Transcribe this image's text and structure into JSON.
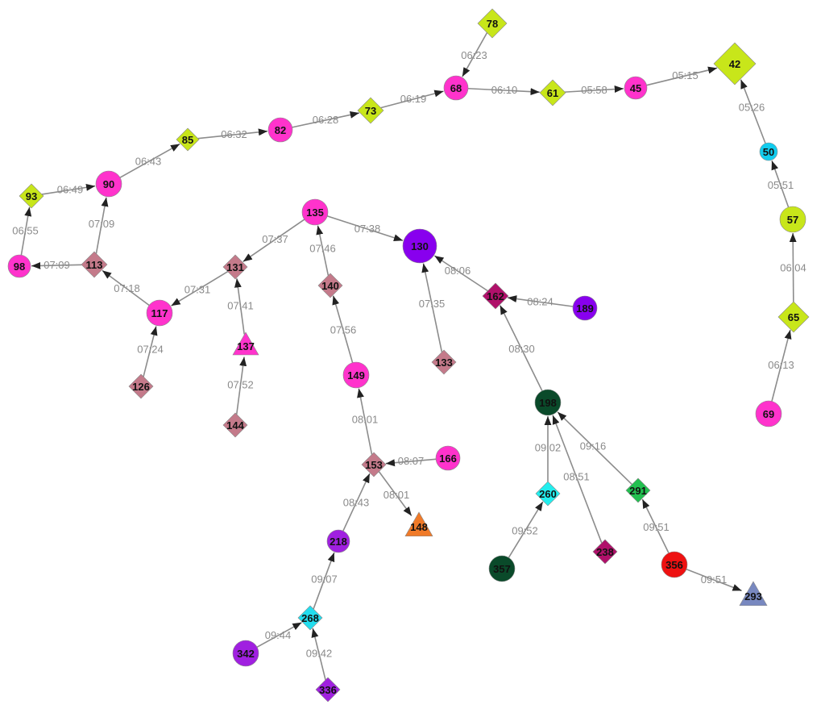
{
  "nodes": [
    {
      "id": "42",
      "label": "42",
      "shape": "diamond",
      "color": "#c8e61a"
    },
    {
      "id": "45",
      "label": "45",
      "shape": "circle",
      "color": "#ff33cc"
    },
    {
      "id": "61",
      "label": "61",
      "shape": "diamond",
      "color": "#c8e61a"
    },
    {
      "id": "68",
      "label": "68",
      "shape": "circle",
      "color": "#ff33cc"
    },
    {
      "id": "78",
      "label": "78",
      "shape": "diamond",
      "color": "#c8e61a"
    },
    {
      "id": "73",
      "label": "73",
      "shape": "diamond",
      "color": "#c8e61a"
    },
    {
      "id": "82",
      "label": "82",
      "shape": "circle",
      "color": "#ff33cc"
    },
    {
      "id": "85",
      "label": "85",
      "shape": "diamond",
      "color": "#c8e61a"
    },
    {
      "id": "90",
      "label": "90",
      "shape": "circle",
      "color": "#ff33cc"
    },
    {
      "id": "93",
      "label": "93",
      "shape": "diamond",
      "color": "#c8e61a"
    },
    {
      "id": "98",
      "label": "98",
      "shape": "circle",
      "color": "#ff33cc"
    },
    {
      "id": "113",
      "label": "113",
      "shape": "diamond",
      "color": "#c47a8a"
    },
    {
      "id": "117",
      "label": "117",
      "shape": "circle",
      "color": "#ff33cc"
    },
    {
      "id": "126",
      "label": "126",
      "shape": "diamond",
      "color": "#c47a8a"
    },
    {
      "id": "131",
      "label": "131",
      "shape": "diamond",
      "color": "#c47a8a"
    },
    {
      "id": "137",
      "label": "137",
      "shape": "triangle",
      "color": "#ff33cc"
    },
    {
      "id": "144",
      "label": "144",
      "shape": "diamond",
      "color": "#c47a8a"
    },
    {
      "id": "135",
      "label": "135",
      "shape": "circle",
      "color": "#ff33cc"
    },
    {
      "id": "140",
      "label": "140",
      "shape": "diamond",
      "color": "#c47a8a"
    },
    {
      "id": "149",
      "label": "149",
      "shape": "circle",
      "color": "#ff33cc"
    },
    {
      "id": "130",
      "label": "130",
      "shape": "circle",
      "color": "#8800ee"
    },
    {
      "id": "133",
      "label": "133",
      "shape": "diamond",
      "color": "#c47a8a"
    },
    {
      "id": "162",
      "label": "162",
      "shape": "diamond",
      "color": "#b0106a"
    },
    {
      "id": "189",
      "label": "189",
      "shape": "circle",
      "color": "#8800ee"
    },
    {
      "id": "198",
      "label": "198",
      "shape": "circle",
      "color": "#0a4a2a"
    },
    {
      "id": "153",
      "label": "153",
      "shape": "diamond",
      "color": "#c47a8a"
    },
    {
      "id": "166",
      "label": "166",
      "shape": "circle",
      "color": "#ff33cc"
    },
    {
      "id": "148",
      "label": "148",
      "shape": "triangle",
      "color": "#f07a28"
    },
    {
      "id": "218",
      "label": "218",
      "shape": "circle",
      "color": "#a020e0"
    },
    {
      "id": "268",
      "label": "268",
      "shape": "diamond",
      "color": "#22ddee"
    },
    {
      "id": "342",
      "label": "342",
      "shape": "circle",
      "color": "#a020e0"
    },
    {
      "id": "336",
      "label": "336",
      "shape": "diamond",
      "color": "#a020e0"
    },
    {
      "id": "260",
      "label": "260",
      "shape": "diamond",
      "color": "#22eeee"
    },
    {
      "id": "357",
      "label": "357",
      "shape": "circle",
      "color": "#0a4a2a"
    },
    {
      "id": "238",
      "label": "238",
      "shape": "diamond",
      "color": "#b0106a"
    },
    {
      "id": "291",
      "label": "291",
      "shape": "diamond",
      "color": "#22c050"
    },
    {
      "id": "356",
      "label": "356",
      "shape": "circle",
      "color": "#ee1111"
    },
    {
      "id": "293",
      "label": "293",
      "shape": "triangle",
      "color": "#7888c0"
    },
    {
      "id": "50",
      "label": "50",
      "shape": "circle",
      "color": "#11ccee"
    },
    {
      "id": "57",
      "label": "57",
      "shape": "circle",
      "color": "#c8e61a"
    },
    {
      "id": "65",
      "label": "65",
      "shape": "diamond",
      "color": "#c8e61a"
    },
    {
      "id": "69",
      "label": "69",
      "shape": "circle",
      "color": "#ff33cc"
    }
  ],
  "edges": [
    {
      "from": "45",
      "to": "42",
      "label": "05:15"
    },
    {
      "from": "61",
      "to": "45",
      "label": "05:58"
    },
    {
      "from": "68",
      "to": "61",
      "label": "06:10"
    },
    {
      "from": "78",
      "to": "68",
      "label": "06:23"
    },
    {
      "from": "73",
      "to": "68",
      "label": "06:19"
    },
    {
      "from": "82",
      "to": "73",
      "label": "06:28"
    },
    {
      "from": "85",
      "to": "82",
      "label": "06:32"
    },
    {
      "from": "90",
      "to": "85",
      "label": "06:43"
    },
    {
      "from": "93",
      "to": "90",
      "label": "06:49"
    },
    {
      "from": "98",
      "to": "93",
      "label": "06:55"
    },
    {
      "from": "113",
      "to": "98",
      "label": "07:09"
    },
    {
      "from": "113",
      "to": "90",
      "label": "07:09"
    },
    {
      "from": "117",
      "to": "113",
      "label": "07:18"
    },
    {
      "from": "126",
      "to": "117",
      "label": "07:24"
    },
    {
      "from": "131",
      "to": "117",
      "label": "07:31"
    },
    {
      "from": "137",
      "to": "131",
      "label": "07:41"
    },
    {
      "from": "144",
      "to": "137",
      "label": "07:52"
    },
    {
      "from": "135",
      "to": "131",
      "label": "07:37"
    },
    {
      "from": "135",
      "to": "130",
      "label": "07:38"
    },
    {
      "from": "140",
      "to": "135",
      "label": "07:46"
    },
    {
      "from": "149",
      "to": "140",
      "label": "07:56"
    },
    {
      "from": "133",
      "to": "130",
      "label": "07:35"
    },
    {
      "from": "162",
      "to": "130",
      "label": "08:06"
    },
    {
      "from": "189",
      "to": "162",
      "label": "08:24"
    },
    {
      "from": "198",
      "to": "162",
      "label": "08:30"
    },
    {
      "from": "153",
      "to": "149",
      "label": "08:01"
    },
    {
      "from": "166",
      "to": "153",
      "label": "08:07"
    },
    {
      "from": "153",
      "to": "148",
      "label": "08:01"
    },
    {
      "from": "218",
      "to": "153",
      "label": "08:43"
    },
    {
      "from": "268",
      "to": "218",
      "label": "09:07"
    },
    {
      "from": "342",
      "to": "268",
      "label": "09:44"
    },
    {
      "from": "336",
      "to": "268",
      "label": "09:42"
    },
    {
      "from": "260",
      "to": "198",
      "label": "09:02"
    },
    {
      "from": "357",
      "to": "260",
      "label": "09:52"
    },
    {
      "from": "238",
      "to": "198",
      "label": "08:51"
    },
    {
      "from": "291",
      "to": "198",
      "label": "09:16"
    },
    {
      "from": "356",
      "to": "291",
      "label": "09:51"
    },
    {
      "from": "356",
      "to": "293",
      "label": "09:51"
    },
    {
      "from": "50",
      "to": "42",
      "label": "05:26"
    },
    {
      "from": "57",
      "to": "50",
      "label": "05:51"
    },
    {
      "from": "65",
      "to": "57",
      "label": "06:04"
    },
    {
      "from": "69",
      "to": "65",
      "label": "06:13"
    }
  ]
}
